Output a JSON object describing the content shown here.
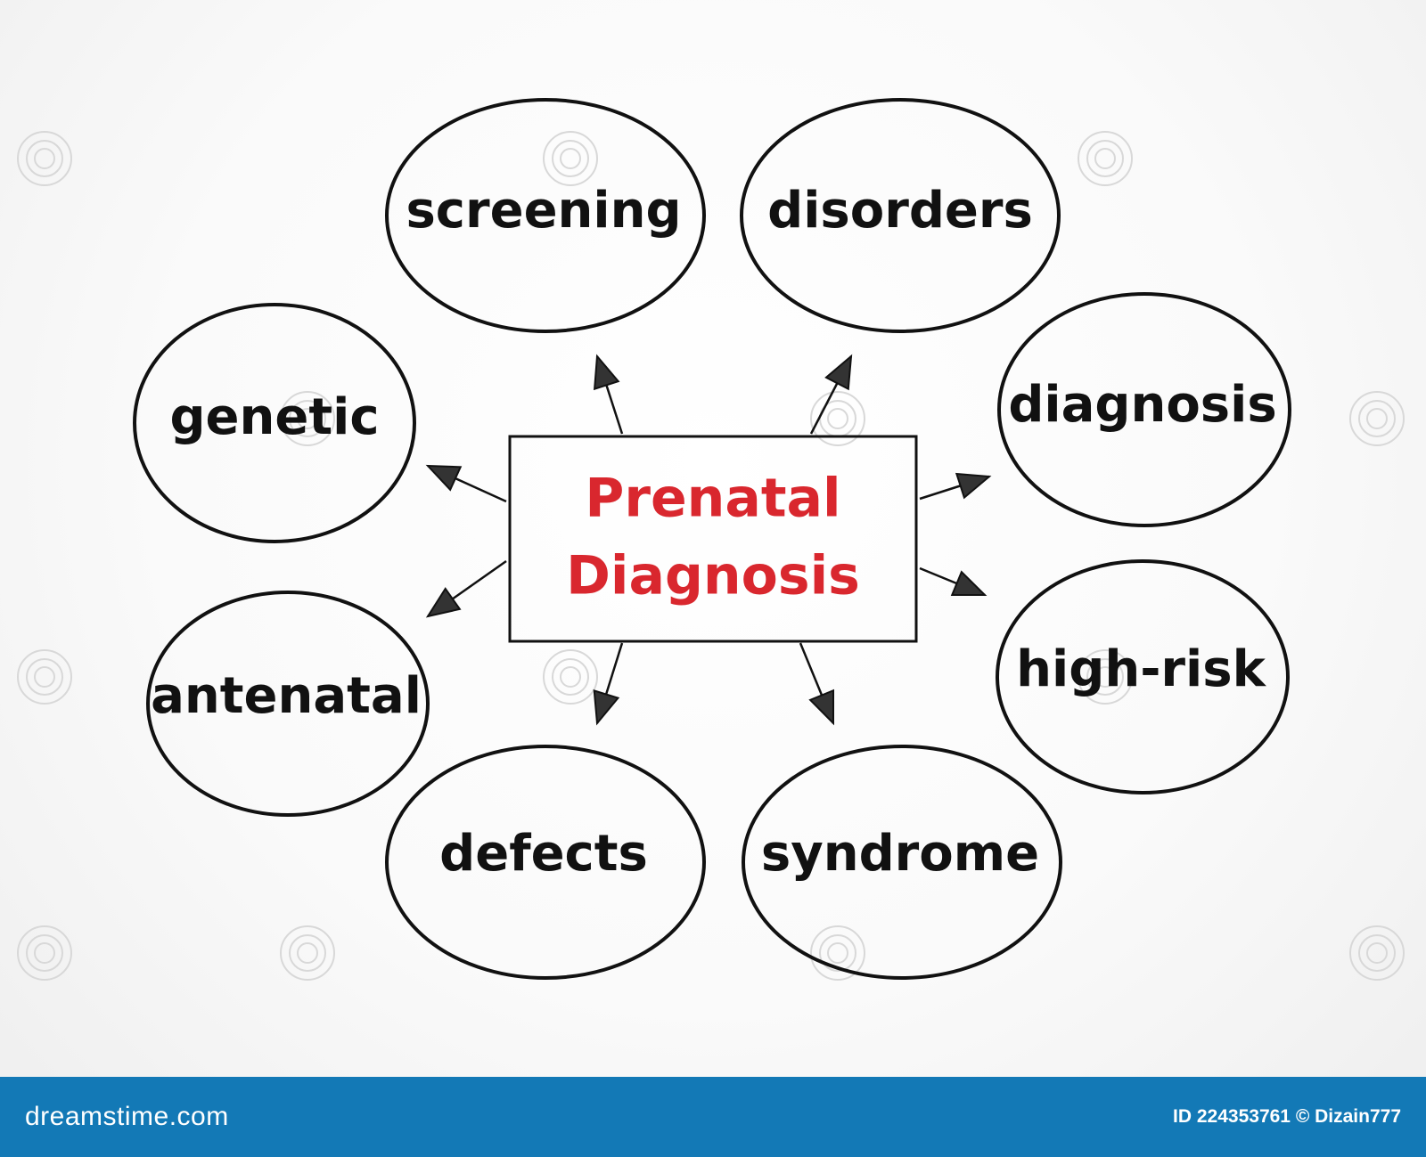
{
  "diagram": {
    "center": {
      "line1": "Prenatal",
      "line2": "Diagnosis",
      "color": "#d9272e"
    },
    "nodes": [
      {
        "id": "screening",
        "label": "screening"
      },
      {
        "id": "disorders",
        "label": "disorders"
      },
      {
        "id": "diagnosis",
        "label": "diagnosis"
      },
      {
        "id": "high-risk",
        "label": "high-risk"
      },
      {
        "id": "syndrome",
        "label": "syndrome"
      },
      {
        "id": "defects",
        "label": "defects"
      },
      {
        "id": "antenatal",
        "label": "antenatal"
      },
      {
        "id": "genetic",
        "label": "genetic"
      }
    ],
    "line_color": "#111111"
  },
  "watermark": {
    "text": "dreamstime"
  },
  "footer": {
    "logo": "dreamstime.com",
    "credit": "ID 224353761 © Dizain777",
    "background": "#1379b6"
  }
}
